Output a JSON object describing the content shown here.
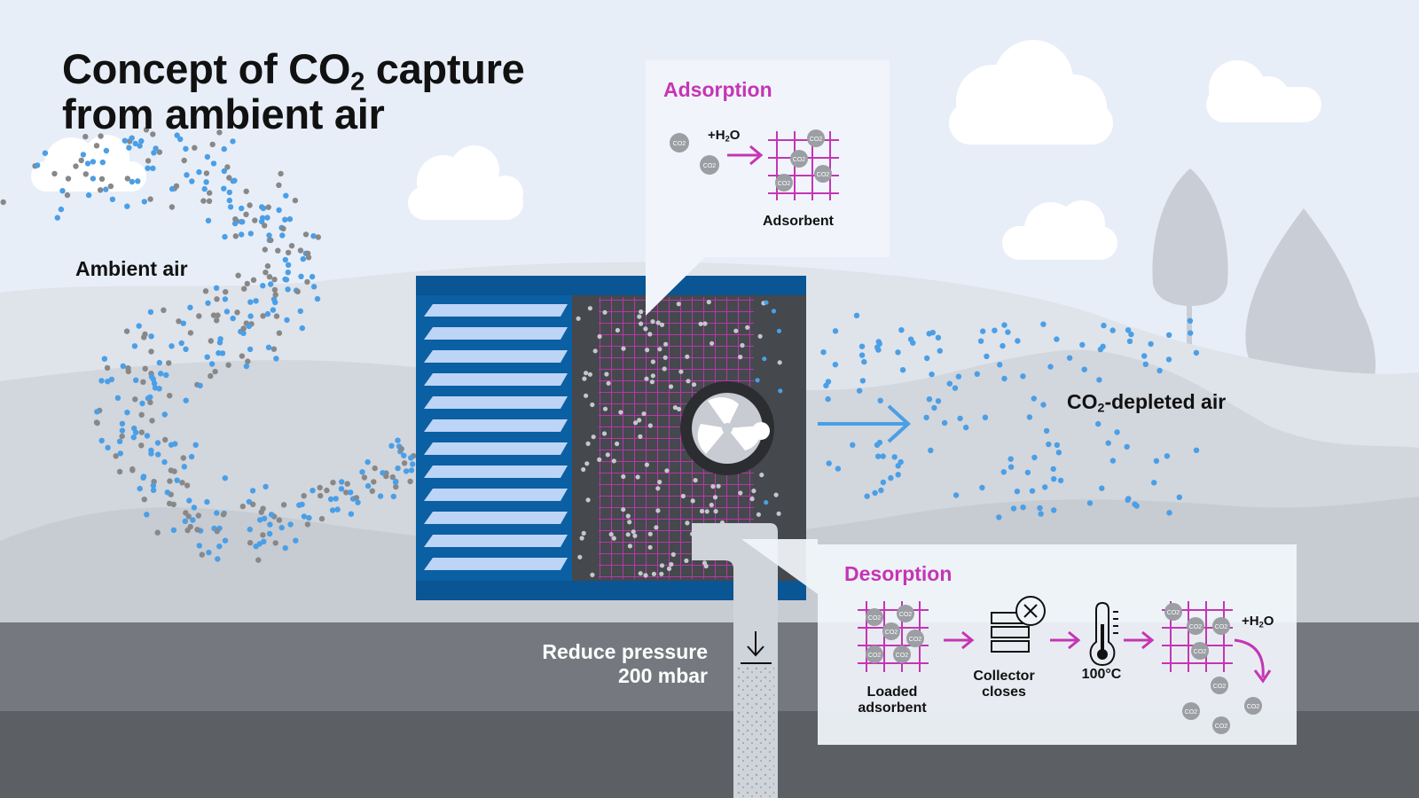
{
  "title_prefix": "Concept of CO",
  "title_sub": "2",
  "title_suffix": " capture",
  "title_line2": "from ambient air",
  "ambient_label": "Ambient air",
  "depleted_prefix": "CO",
  "depleted_sub": "2",
  "depleted_suffix": "-depleted air",
  "adsorption": {
    "title": "Adsorption",
    "water_prefix": "+H",
    "water_sub": "2",
    "water_suffix": "O",
    "molecule_label": "CO2",
    "caption": "Adsorbent"
  },
  "desorption": {
    "title": "Desorption",
    "step1_line1": "Loaded",
    "step1_line2": "adsorbent",
    "step2_line1": "Collector",
    "step2_line2": "closes",
    "step3": "100°C",
    "water_prefix": "+H",
    "water_sub": "2",
    "water_suffix": "O"
  },
  "pressure": {
    "line1": "Reduce pressure",
    "line2": "200 mbar"
  },
  "colors": {
    "sky": "#e8eef8",
    "ground": "#6e7379",
    "panel_blue": "#0b5fa3",
    "adsorbent_grid": "#c535b4",
    "accent_magenta": "#c535b4",
    "air_blue": "#4a9fe6",
    "co2_gray": "#888888"
  }
}
